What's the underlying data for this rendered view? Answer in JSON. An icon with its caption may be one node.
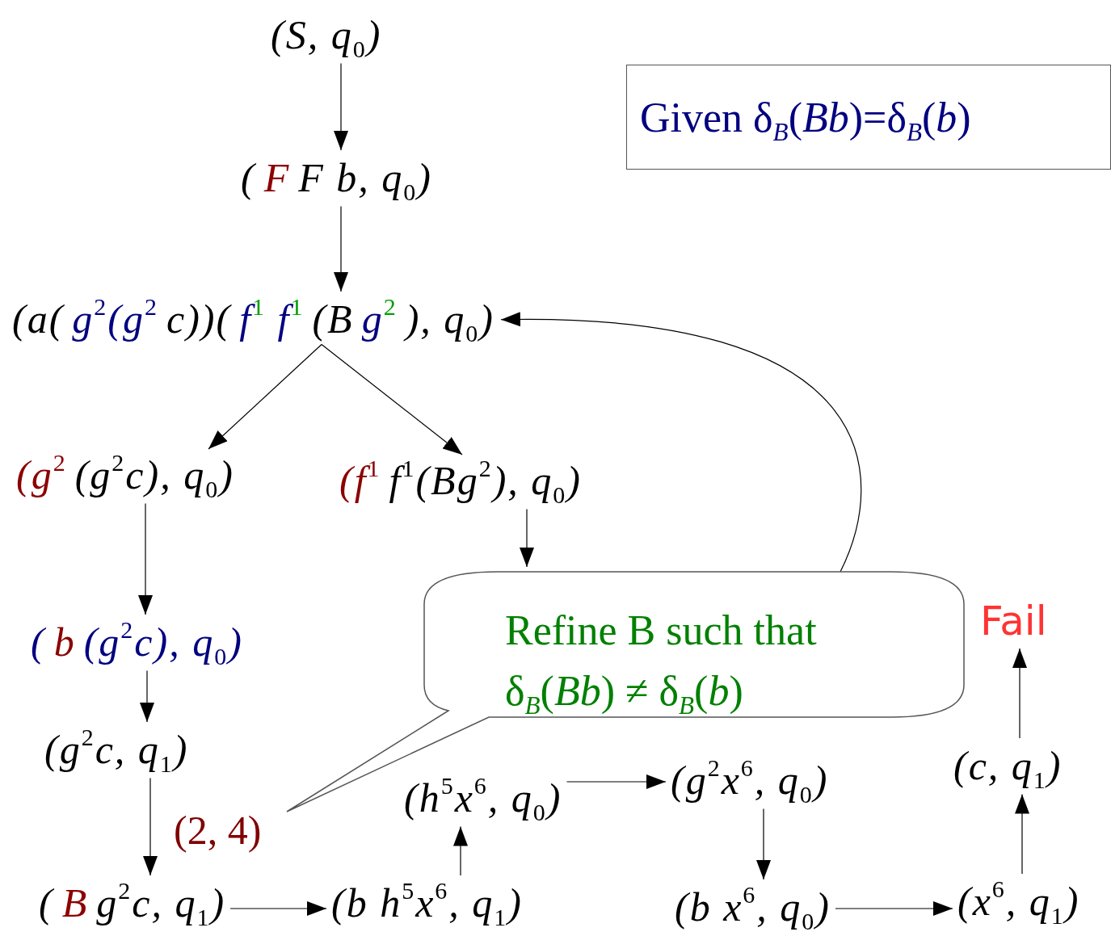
{
  "diagram": {
    "nodes": [
      {
        "text": [
          "(S, q$_{0}$)"
        ]
      },
      {
        "text": [
          "(",
          "F",
          "F b, q$_{0}$)"
        ]
      },
      {
        "text": [
          "(a(",
          "g$^{2}$(g$^{2}$",
          "c))(",
          "f$^{1}$ f$^{1}$",
          "(B",
          "g$^{2}$",
          "), q$_{0}$)"
        ]
      },
      {
        "text": [
          "(g$^{2}$",
          "(g$^{2}$c), q$_{0}$)"
        ]
      },
      {
        "text": [
          "(f$^{1}$",
          "f$^{1}$(Bg$^{2}$), q$_{0}$)"
        ]
      },
      {
        "text": [
          "Given δ$_{B}$(*Bb*)=δ$_{B}$(*b*)"
        ]
      },
      {
        "text": [
          "(",
          "b",
          "(g$^{2}$c), q$_{0}$)"
        ]
      },
      {
        "text": [
          "Refine B such that δ$_{B}$(*Bb*) ≠ δ$_{B}$(*b*)"
        ]
      },
      {
        "text": [
          "Fail"
        ]
      },
      {
        "text": [
          "(g$^{2}$c, q$_{1}$)"
        ]
      },
      {
        "text": [
          "(h$^{5}$x$^{6}$, q$_{0}$)"
        ]
      },
      {
        "text": [
          "(g$^{2}$x$^{6}$, q$_{0}$)"
        ]
      },
      {
        "text": [
          "(c, q$_{1}$)"
        ]
      },
      {
        "text": [
          "(",
          "B",
          "g$^{2}$c, q$_{1}$)"
        ]
      },
      {
        "text": [
          "(b h$^{5}$x$^{6}$, q$_{1}$)"
        ]
      },
      {
        "text": [
          "(b x$^{6}$, q$_{0}$)"
        ]
      },
      {
        "text": [
          "(x$^{6}$, q$_{1}$)"
        ]
      }
    ],
    "edges": [
      {
        "from": 0,
        "to": 1,
        "arrow": "to"
      },
      {
        "from": 1,
        "to": 2,
        "arrow": "to"
      },
      {
        "from": 2,
        "to": 3,
        "arrow": "to"
      },
      {
        "from": 2,
        "to": 4,
        "arrow": "to"
      },
      {
        "from": 3,
        "to": 6,
        "arrow": "to"
      },
      {
        "from": 4,
        "to": 7,
        "arrow": "to"
      },
      {
        "from": 6,
        "to": 9,
        "arrow": "to"
      },
      {
        "from": 9,
        "to": 13,
        "arrow": "to"
      },
      {
        "from": 13,
        "to": 14,
        "arrow": "to"
      },
      {
        "from": 14,
        "to": 10,
        "arrow": "to"
      },
      {
        "from": 10,
        "to": 11,
        "arrow": "to"
      },
      {
        "from": 11,
        "to": 15,
        "arrow": "to"
      },
      {
        "from": 15,
        "to": 16,
        "arrow": "to"
      },
      {
        "from": 16,
        "to": 12,
        "arrow": "to"
      },
      {
        "from": 12,
        "to": 8,
        "arrow": "to"
      },
      {
        "from": 7,
        "to": 2,
        "arrow": "to"
      }
    ],
    "labels": [
      "(2, 4)"
    ]
  }
}
